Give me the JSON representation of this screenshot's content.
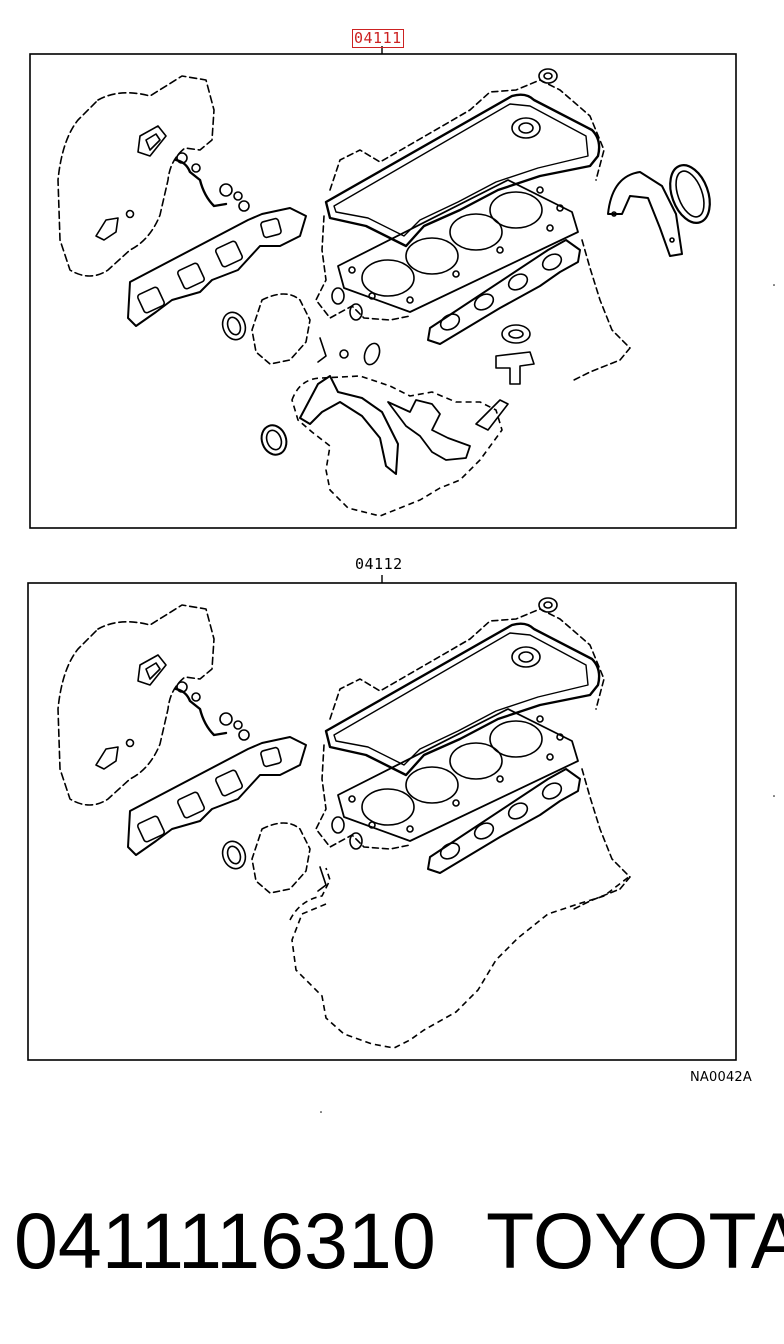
{
  "callouts": {
    "upper_part_number": "04111",
    "lower_part_number": "04112"
  },
  "drawing_code": "NA0042A",
  "footer": {
    "part_number": "0411116310",
    "brand": "TOYOTA"
  },
  "colors": {
    "highlight": "#cc2222",
    "line": "#000000",
    "background": "#ffffff"
  }
}
